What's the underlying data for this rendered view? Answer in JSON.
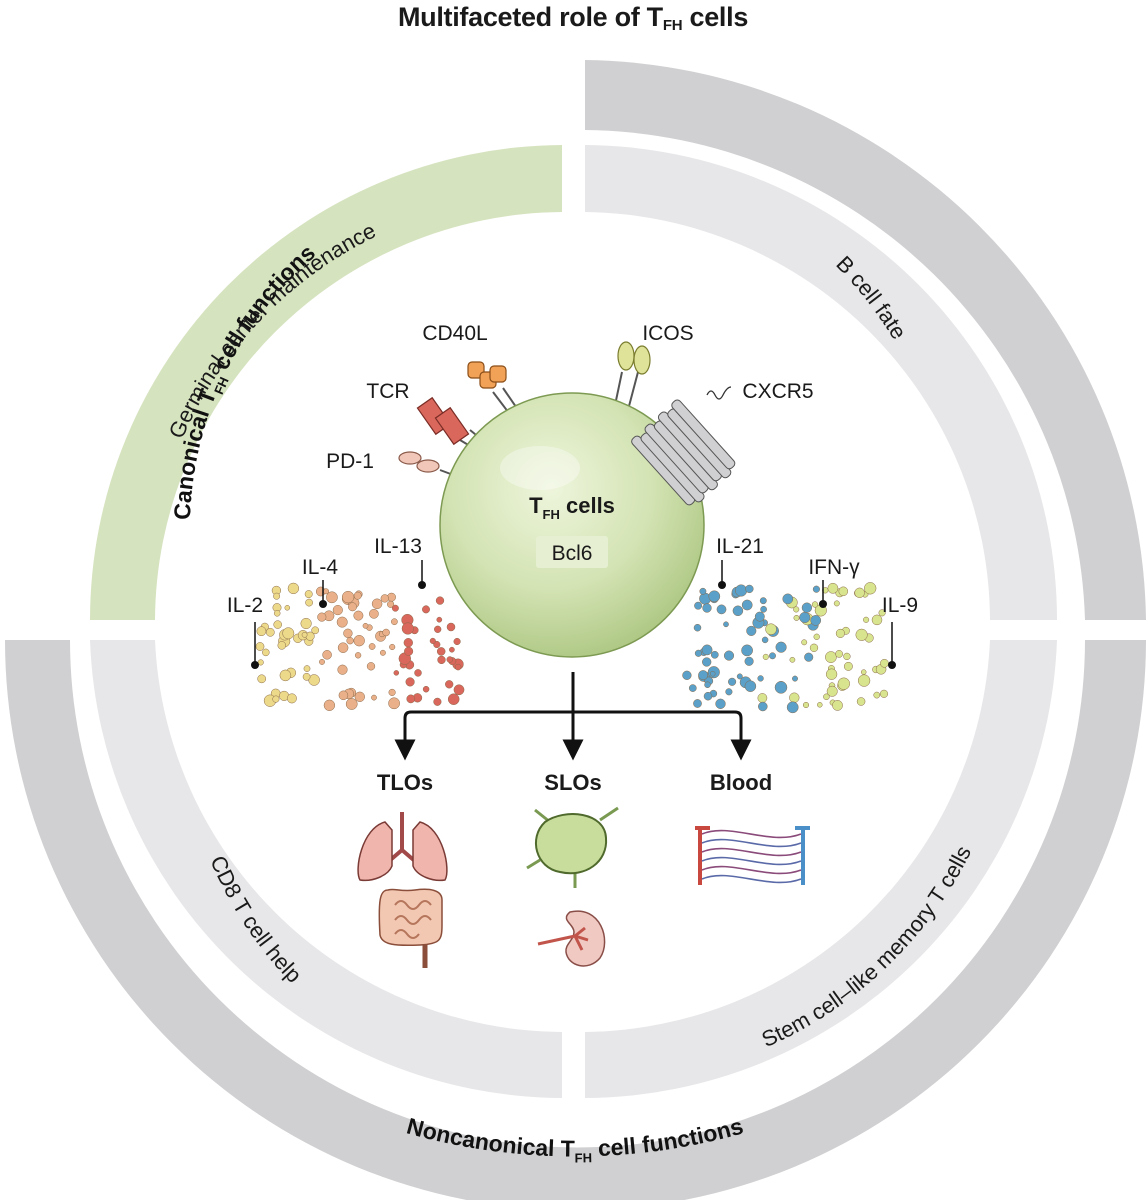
{
  "title": {
    "prefix": "Multifaceted role of T",
    "sub": "FH",
    "suffix": " cells"
  },
  "outer_ring": {
    "canonical": {
      "prefix": "Canonical T",
      "sub": "FH",
      "suffix": " cell functions"
    },
    "noncanonical": {
      "prefix": "Noncanonical T",
      "sub": "FH",
      "suffix": " cell functions"
    }
  },
  "inner_segments": {
    "germinal": "Germinal center maintenance",
    "b_cell": "B cell fate",
    "cd8": "CD8 T cell help",
    "stem": "Stem cell–like memory T cells"
  },
  "cell": {
    "name_prefix": "T",
    "name_sub": "FH",
    "name_suffix": " cells",
    "factor": "Bcl6"
  },
  "receptors": {
    "cd40l": "CD40L",
    "icos": "ICOS",
    "tcr": "TCR",
    "cxcr5": "CXCR5",
    "pd1": "PD-1"
  },
  "cytokines": {
    "il2": "IL-2",
    "il4": "IL-4",
    "il13": "IL-13",
    "il21": "IL-21",
    "ifng": "IFN-γ",
    "il9": "IL-9"
  },
  "destinations": {
    "tlos": "TLOs",
    "slos": "SLOs",
    "blood": "Blood"
  },
  "colors": {
    "green_band": "#d6e3bf",
    "grey_outer": "#d0d0d2",
    "grey_inner": "#e7e7e9",
    "cell_fill": "#cfe0ad",
    "il_red": "#d9675c",
    "il_orange": "#eab08a",
    "il_yellow": "#ecd98a",
    "il_blue": "#5aa0c8",
    "il_lime": "#d8e48e"
  },
  "icons": [
    "cd40l-receptor-icon",
    "icos-receptor-icon",
    "tcr-receptor-icon",
    "cxcr5-receptor-icon",
    "pd1-receptor-icon",
    "lungs-icon",
    "intestine-icon",
    "lymph-node-icon",
    "kidney-icon",
    "blood-vessels-icon"
  ]
}
